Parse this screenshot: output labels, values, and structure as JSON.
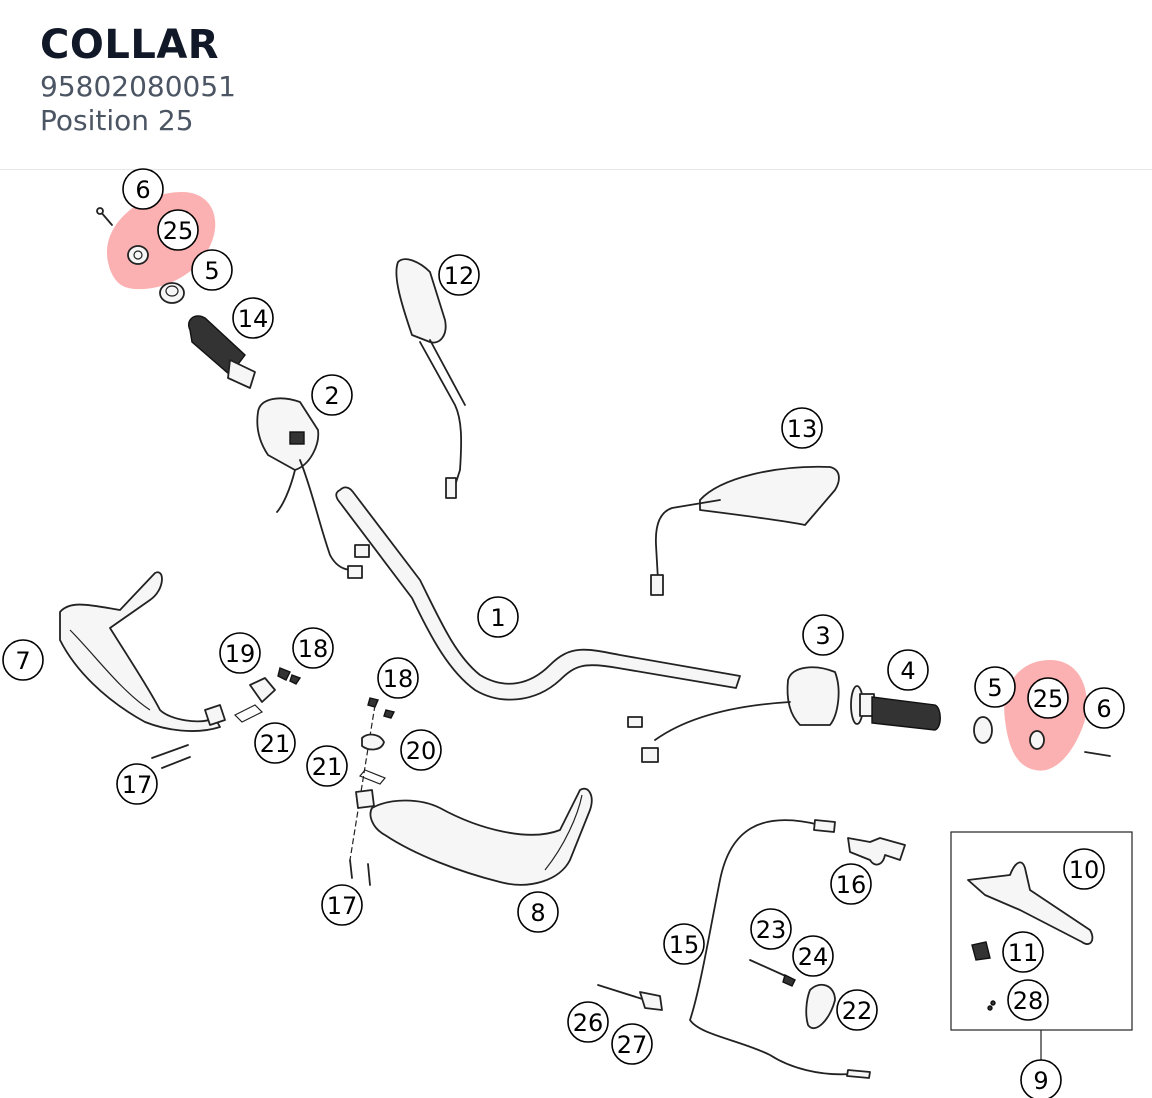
{
  "header": {
    "title": "COLLAR",
    "part_number": "95802080051",
    "position": "Position 25"
  },
  "colors": {
    "highlight": "#f87171",
    "title": "#111827",
    "subtitle": "#4b5563"
  },
  "callouts": [
    "6",
    "25",
    "5",
    "14",
    "12",
    "2",
    "13",
    "1",
    "3",
    "4",
    "5",
    "25",
    "6",
    "7",
    "19",
    "18",
    "18",
    "21",
    "20",
    "21",
    "17",
    "17",
    "8",
    "16",
    "10",
    "15",
    "23",
    "24",
    "22",
    "11",
    "28",
    "26",
    "27",
    "9"
  ]
}
